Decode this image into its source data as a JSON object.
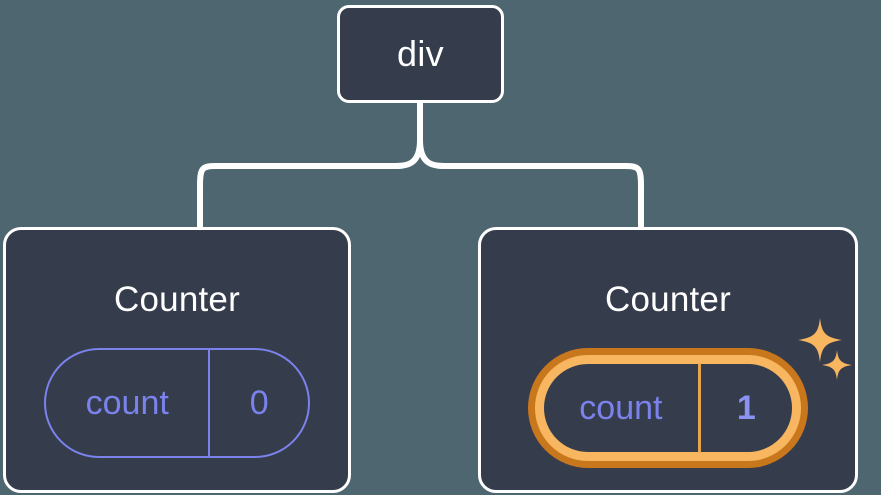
{
  "diagram": {
    "title": "React component tree with highlighted state update",
    "background_color": "#4d666f",
    "node_fill_color": "#353c4c",
    "node_border_color": "#ffffff",
    "connector_color": "#ffffff",
    "state_color": "#7b82ec",
    "highlight_outer_color": "#c9771d",
    "highlight_inner_color": "#f7b65f"
  },
  "root": {
    "label": "div"
  },
  "children": [
    {
      "label": "Counter",
      "state": {
        "key": "count",
        "value": "0"
      },
      "highlighted": false,
      "sparkles": false
    },
    {
      "label": "Counter",
      "state": {
        "key": "count",
        "value": "1"
      },
      "highlighted": true,
      "sparkles": true
    }
  ],
  "icons": {
    "sparkle_large": "sparkle-icon",
    "sparkle_small": "sparkle-icon"
  }
}
